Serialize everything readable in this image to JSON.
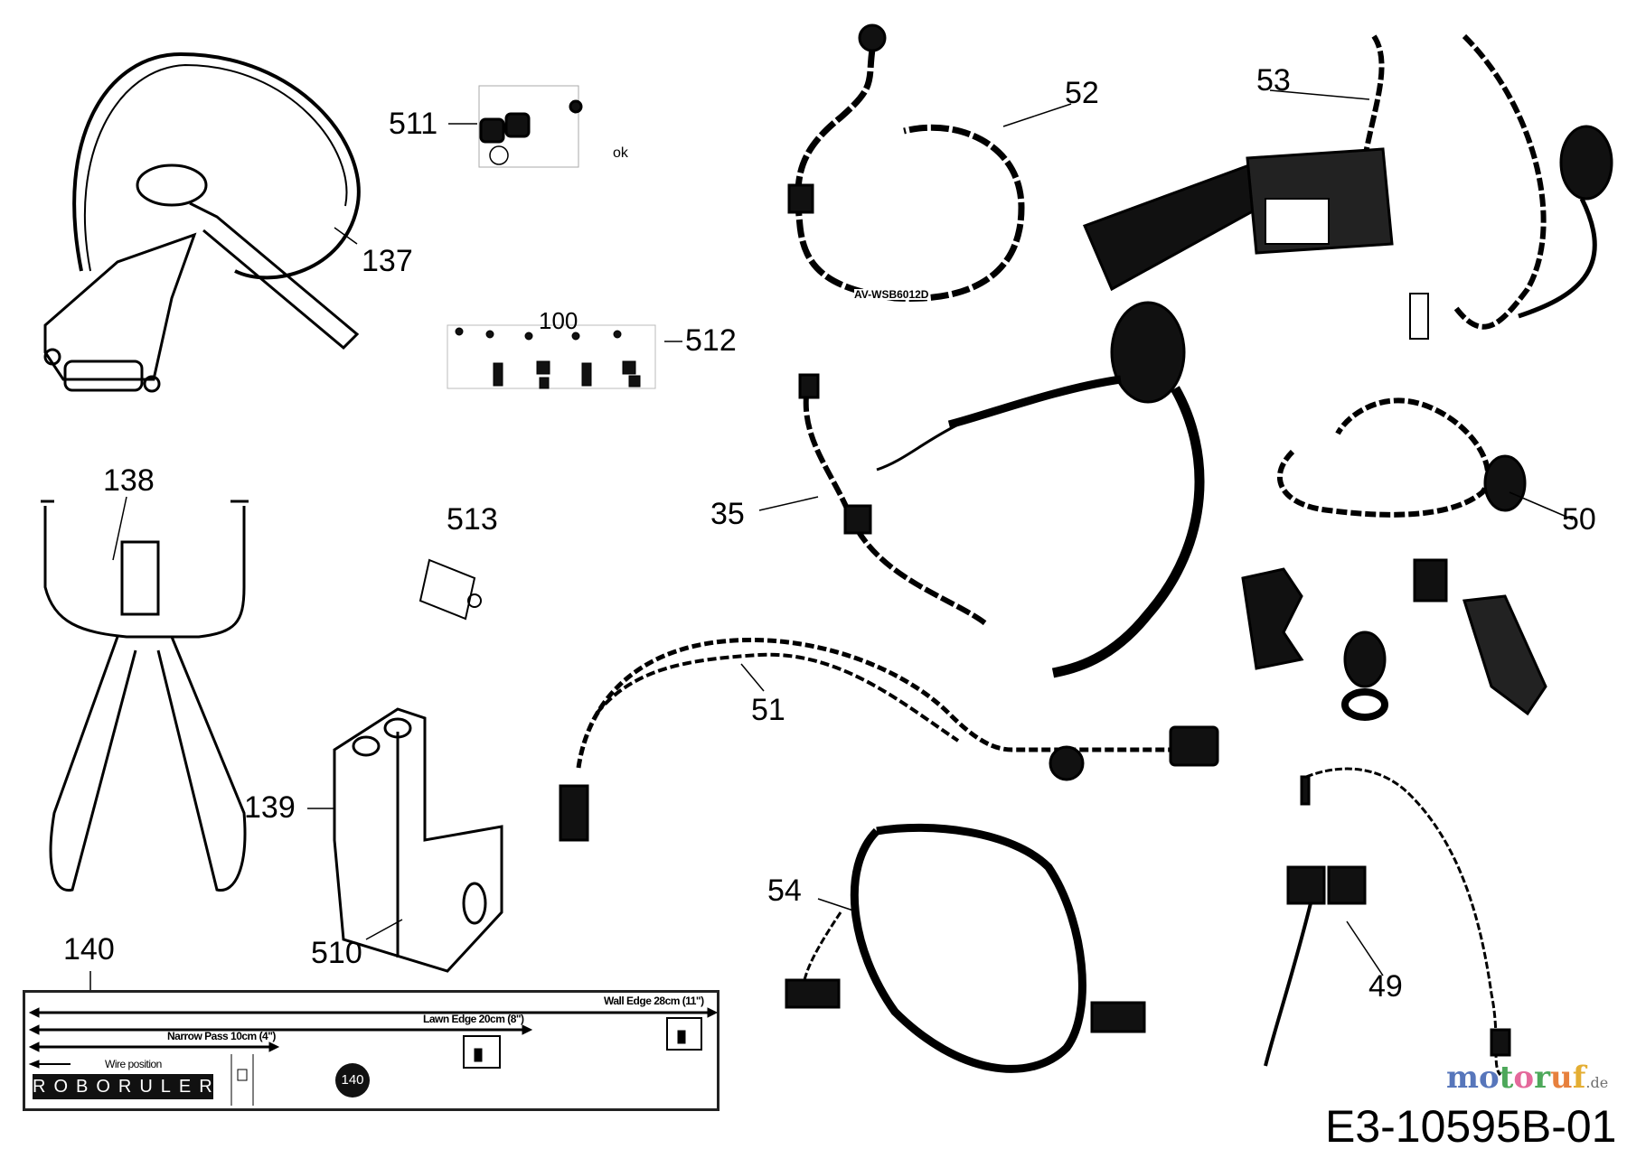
{
  "labels": {
    "p511": "511",
    "ok": "ok",
    "p137": "137",
    "p100": "100",
    "p512": "512",
    "p52": "52",
    "p53": "53",
    "p138": "138",
    "p513": "513",
    "p35": "35",
    "p50": "50",
    "p51": "51",
    "p139": "139",
    "p510": "510",
    "p140": "140",
    "p54": "54",
    "p49": "49"
  },
  "cable_print": "AV-WSB6012D",
  "ruler": {
    "wall_edge": "Wall Edge 28cm (11\")",
    "lawn_edge": "Lawn Edge 20cm (8\")",
    "narrow_pass": "Narrow Pass 10cm (4\")",
    "wire_position": "Wire position",
    "brand": "ROBORULER",
    "badge": "140"
  },
  "drawing_code": "E3-10595B-01",
  "watermark": {
    "letters": [
      "m",
      "o",
      "t",
      "o",
      "r",
      "u",
      "f"
    ],
    "colors": [
      "#3a5fb0",
      "#3a5fb0",
      "#2e9a3e",
      "#e0508a",
      "#2e9a3e",
      "#e36a1c",
      "#e0a010",
      "#e0c020"
    ],
    "suffix": ".de"
  }
}
